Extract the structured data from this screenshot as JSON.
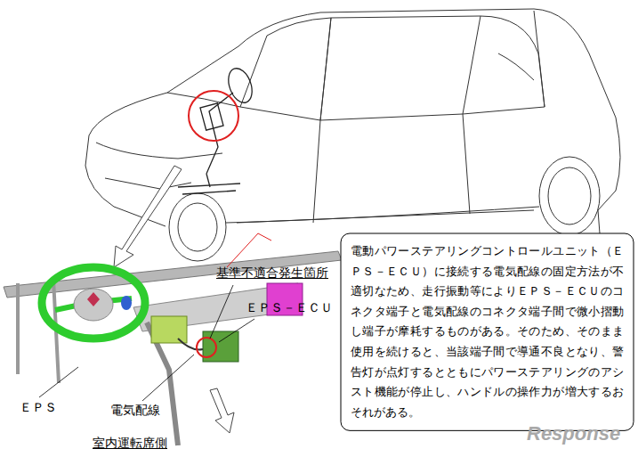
{
  "diagram": {
    "nodes": [
      {
        "text": [
          "電動パワーステアリングコントロールユニット（ＥＰＳ－ＥＣＵ）に接続する電気配線の固定方法が不適切なため、走行振動等によりＥＰＳ－ＥＣＵのコネクタ端子と電気配線のコネクタ端子間で微小摺動し端子が摩耗するものがある。そのため、そのまま使用を続けると、当該端子間で導通不良となり、警告灯が点灯するとともにパワーステアリングのアシスト機能が停止し、ハンドルの操作力が増大するおそれがある。"
        ]
      }
    ],
    "labels": [
      "基準不適合発生箇所",
      "ＥＰＳ－ＥＣＵ",
      "ＥＰＳ",
      "電気配線",
      "室内運転席側",
      "Response"
    ]
  }
}
